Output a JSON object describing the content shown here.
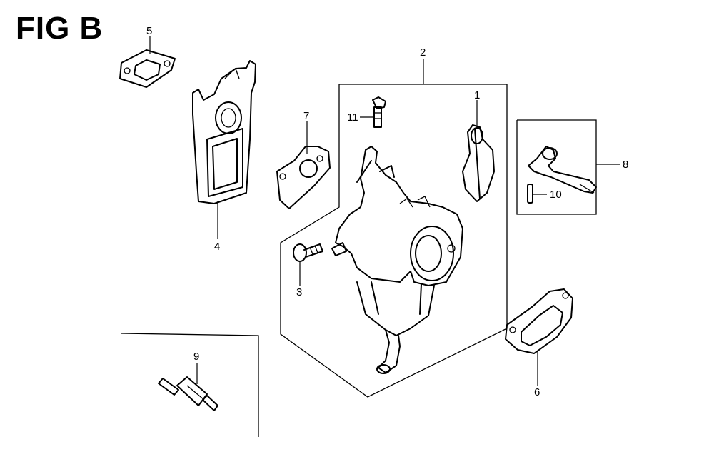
{
  "figure": {
    "title": "FIG B"
  },
  "callouts": [
    {
      "id": "1",
      "text": "1"
    },
    {
      "id": "2",
      "text": "2"
    },
    {
      "id": "3",
      "text": "3"
    },
    {
      "id": "4",
      "text": "4"
    },
    {
      "id": "5",
      "text": "5"
    },
    {
      "id": "6",
      "text": "6"
    },
    {
      "id": "7",
      "text": "7"
    },
    {
      "id": "8",
      "text": "8"
    },
    {
      "id": "9",
      "text": "9"
    },
    {
      "id": "10",
      "text": "10"
    },
    {
      "id": "11",
      "text": "11"
    }
  ]
}
